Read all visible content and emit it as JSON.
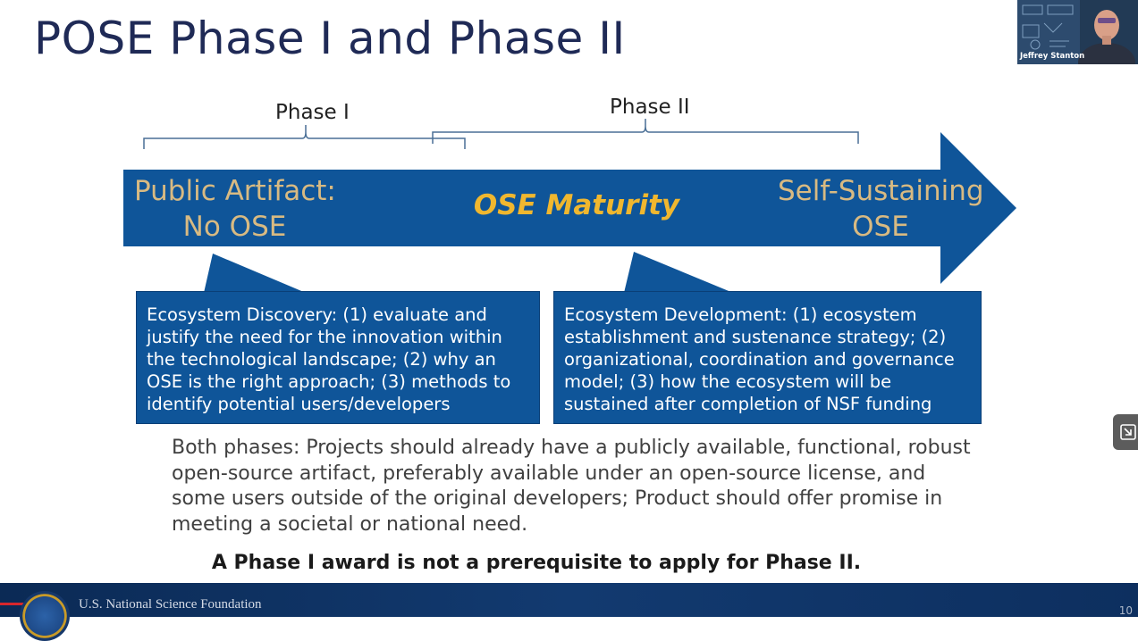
{
  "slide": {
    "title": "POSE Phase I and Phase II",
    "phase1_label": "Phase I",
    "phase2_label": "Phase II",
    "arrow": {
      "left_line1": "Public Artifact:",
      "left_line2": "No OSE",
      "center": "OSE Maturity",
      "right_line1": "Self-Sustaining",
      "right_line2": "OSE"
    },
    "callout_left": "Ecosystem Discovery: (1) evaluate and justify the need for the innovation within the technological landscape; (2) why an OSE is the right approach; (3) methods to identify potential users/developers",
    "callout_right": "Ecosystem Development: (1) ecosystem establishment and sustenance strategy; (2) organizational, coordination and governance model; (3) how the ecosystem will be sustained after completion of NSF funding",
    "both_phases": "Both phases: Projects should already have a publicly available, functional, robust open-source artifact, preferably available under an open-source license, and some users outside of the original developers; Product should offer promise in meeting a societal or national need.",
    "award_note": "A Phase I award is not a prerequisite to apply for Phase II."
  },
  "footer": {
    "org": "U.S. National Science Foundation",
    "page": "10"
  },
  "video": {
    "speaker": "Jeffrey Stanton"
  },
  "icons": {
    "side_button": "exit-fullscreen-icon",
    "seal": "nsf-seal-icon"
  },
  "colors": {
    "title": "#1f2a56",
    "arrow": "#0f5599",
    "maturity_text": "#f0b72f",
    "arrow_text": "#d8ba82",
    "brace": "#4a6f96"
  }
}
